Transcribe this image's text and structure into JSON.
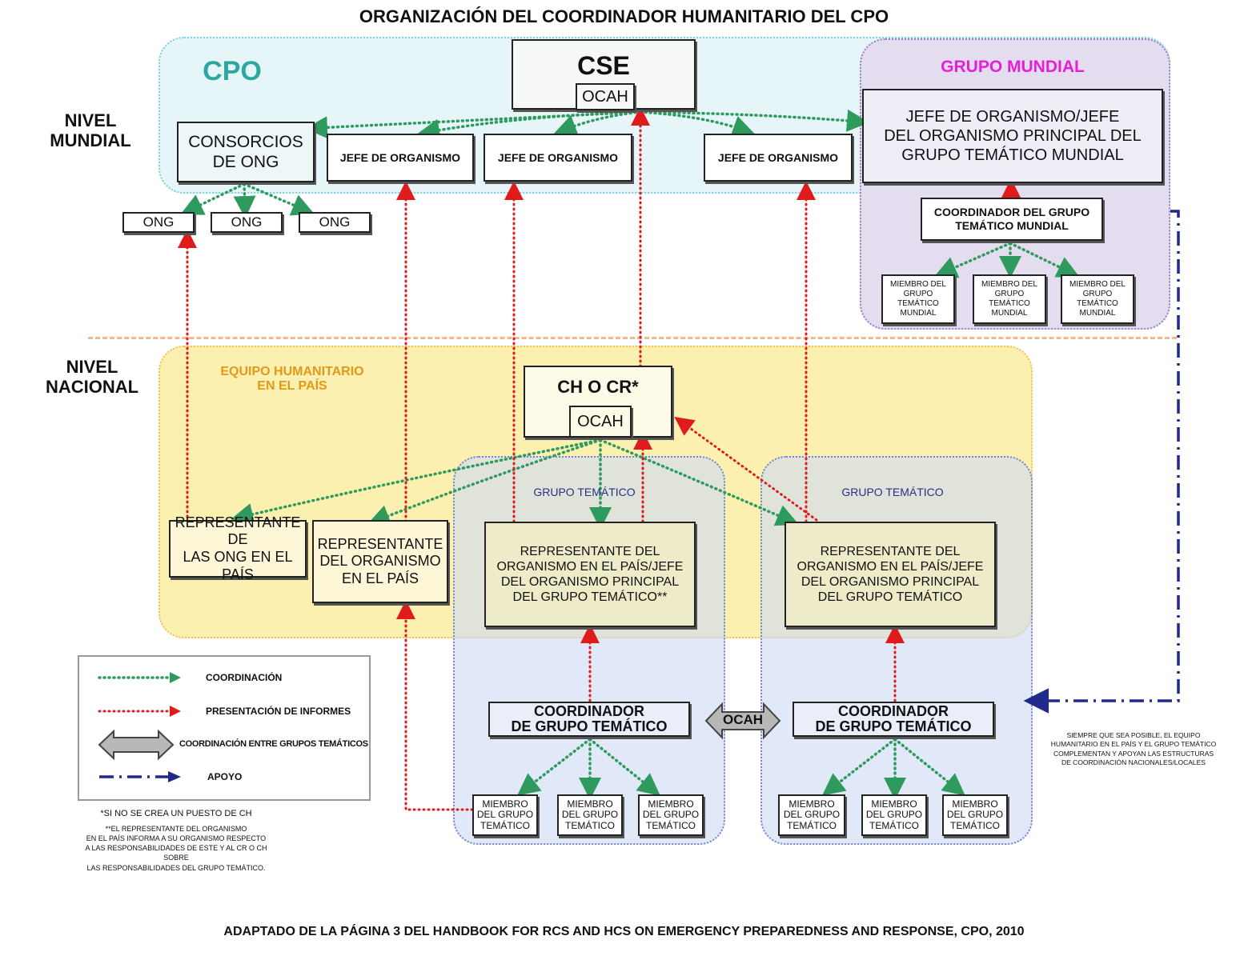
{
  "title": "ORGANIZACIÓN DEL COORDINADOR HUMANITARIO DEL CPO",
  "footer": "ADAPTADO DE LA PÁGINA 3 DEL HANDBOOK FOR RCS AND HCS ON EMERGENCY PREPAREDNESS AND RESPONSE, CPO, 2010",
  "levels": {
    "global": "NIVEL\nMUNDIAL",
    "national": "NIVEL\nNACIONAL"
  },
  "regions": {
    "cpo": "CPO",
    "global_cluster": "GRUPO MUNDIAL",
    "hct": "EQUIPO HUMANITARIO\nEN EL PAÍS",
    "cluster_a": "GRUPO TEMÁTICO",
    "cluster_b": "GRUPO TEMÁTICO"
  },
  "nodes": {
    "cse": "CSE",
    "cse_ocah": "OCAH",
    "ngo_consortia": "CONSORCIOS\nDE ONG",
    "agency_head_1": "JEFE DE ORGANISMO",
    "agency_head_2": "JEFE DE ORGANISMO",
    "agency_head_3": "JEFE DE ORGANISMO",
    "global_lead": "JEFE DE ORGANISMO/JEFE\nDEL ORGANISMO PRINCIPAL DEL\nGRUPO TEMÁTICO MUNDIAL",
    "global_coordinator": "COORDINADOR DEL GRUPO\nTEMÁTICO MUNDIAL",
    "global_member": "MIEMBRO DEL\nGRUPO TEMÁTICO\nMUNDIAL",
    "ngo": "ONG",
    "hc": "CH O CR*",
    "hc_ocah": "OCAH",
    "ngo_rep": "REPRESENTANTE DE\nLAS ONG EN EL PAÍS",
    "agency_rep": "REPRESENTANTE\nDEL ORGANISMO\nEN EL PAÍS",
    "lead_rep_a": "REPRESENTANTE DEL\nORGANISMO EN EL PAÍS/JEFE\nDEL ORGANISMO PRINCIPAL\nDEL GRUPO TEMÁTICO**",
    "lead_rep_b": "REPRESENTANTE DEL\nORGANISMO EN EL PAÍS/JEFE\nDEL ORGANISMO PRINCIPAL\nDEL GRUPO TEMÁTICO",
    "cluster_coordinator": "COORDINADOR\nDE GRUPO TEMÁTICO",
    "cluster_member": "MIEMBRO\nDEL GRUPO\nTEMÁTICO",
    "inter_cluster_ocah": "OCAH"
  },
  "legend": {
    "coordination": "COORDINACIÓN",
    "reporting": "PRESENTACIÓN DE INFORMES",
    "inter_cluster": "COORDINACIÓN ENTRE GRUPOS TEMÁTICOS",
    "support": "APOYO"
  },
  "notes": {
    "hc_note": "*SI NO SE CREA UN PUESTO DE CH",
    "rep_note": "**EL REPRESENTANTE DEL ORGANISMO\nEN EL PAÍS INFORMA A SU ORGANISMO RESPECTO\nA LAS RESPONSABILIDADES DE ESTE Y AL CR O CH SOBRE\nLAS RESPONSABILIDADES DEL GRUPO TEMÁTICO.",
    "support_note": "SIEMPRE QUE SEA POSIBLE, EL EQUIPO\nHUMANITARIO EN EL PAÍS Y EL GRUPO TEMÁTICO\nCOMPLEMENTAN Y APOYAN LAS ESTRUCTURAS\nDE COORDINACIÓN NACIONALES/LOCALES"
  },
  "colors": {
    "coordination": "#2e9a5e",
    "reporting": "#e01b1b",
    "support": "#1f2a8c",
    "cpo_text": "#2fa7a1",
    "global_cluster_text": "#e51fd8",
    "hct_text": "#e09a16",
    "cluster_text": "#27318a"
  }
}
